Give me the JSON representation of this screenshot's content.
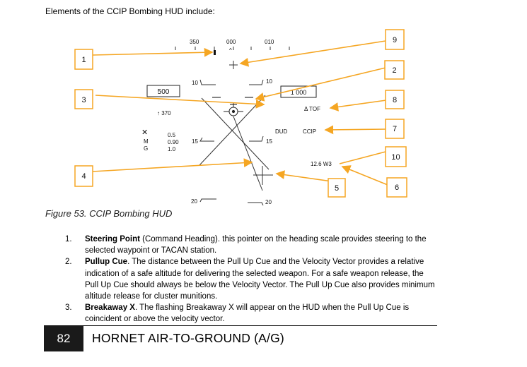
{
  "intro_text": "Elements of the CCIP Bombing HUD include:",
  "hud": {
    "heading_ticks": {
      "left": "350",
      "center": "000",
      "right": "010"
    },
    "heading_caret": "^",
    "airspeed": "500",
    "altitude": "1 000",
    "mach": "↑ 370",
    "pitch_labels": {
      "up10_left": "10",
      "up10_right": "10",
      "dn15_left": "15",
      "dn15_right": "15",
      "dn20_left": "20",
      "dn20_right": "20"
    },
    "mode_letters": [
      "M",
      "G"
    ],
    "left_stack": [
      "0.5",
      "0.90",
      "1.0"
    ],
    "tof": "Δ TOF",
    "dud": "DUD",
    "ccip": "CCIP",
    "range_waypoint": "12.6  W3",
    "callouts": [
      "1",
      "2",
      "3",
      "4",
      "5",
      "6",
      "7",
      "8",
      "9",
      "10"
    ]
  },
  "caption": "Figure 53. CCIP Bombing HUD",
  "items": [
    {
      "num": "1.",
      "title": "Steering Point",
      "body": " (Command Heading). this pointer on the heading scale provides steering to the selected waypoint or TACAN station."
    },
    {
      "num": "2.",
      "title": "Pullup Cue",
      "body": ". The distance between the Pull Up Cue and the Velocity Vector provides a relative indication of a safe altitude for delivering the selected weapon. For a safe weapon release, the Pull Up Cue should always be below the Velocity Vector. The Pull Up Cue also provides minimum altitude release for cluster munitions."
    },
    {
      "num": "3.",
      "title": "Breakaway X",
      "body": ". The flashing Breakaway X will appear on the HUD when the Pull Up Cue is coincident or above the velocity vector."
    }
  ],
  "footer": {
    "page_number": "82",
    "title": "HORNET AIR-TO-GROUND (A/G)"
  },
  "colors": {
    "callout_border": "#f5a623",
    "arrow": "#f5a623",
    "footer_bg": "#1a1a1a"
  }
}
